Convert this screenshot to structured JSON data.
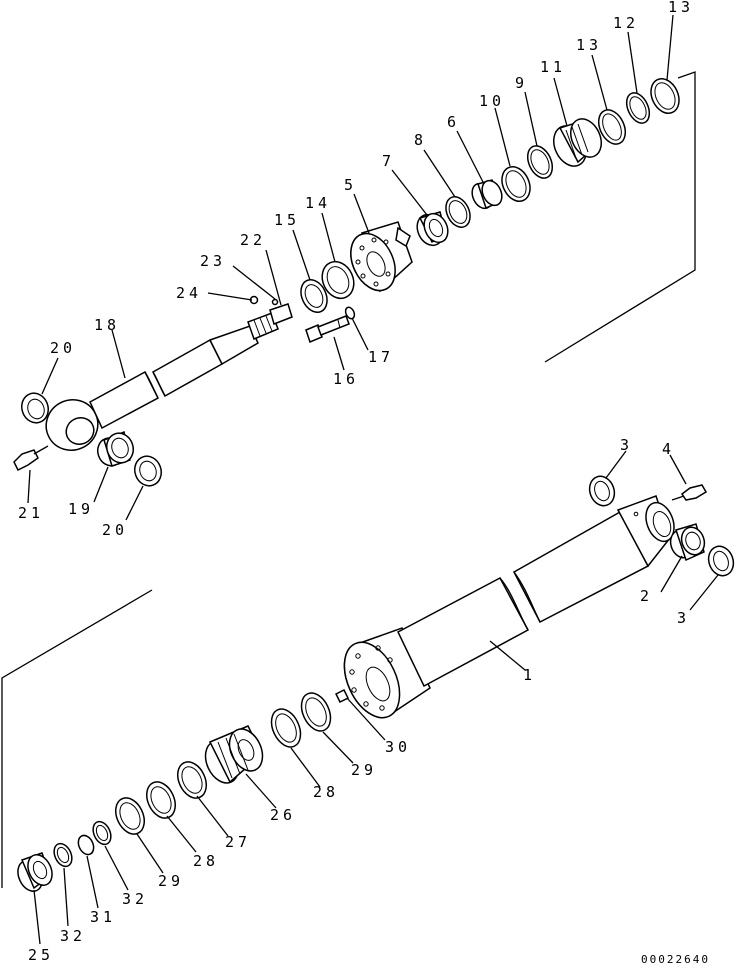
{
  "drawing_number": "00022640",
  "part_labels": {
    "p1": "1",
    "p2": "2",
    "p3a": "3",
    "p3b": "3",
    "p4": "4",
    "p5": "5",
    "p6": "6",
    "p7": "7",
    "p8": "8",
    "p9": "9",
    "p10": "10",
    "p11": "11",
    "p12": "12",
    "p13a": "13",
    "p13b": "13",
    "p14": "14",
    "p15": "15",
    "p16": "16",
    "p17": "17",
    "p18": "18",
    "p19": "19",
    "p20a": "20",
    "p20b": "20",
    "p21": "21",
    "p22": "22",
    "p23": "23",
    "p24": "24",
    "p25": "25",
    "p26": "26",
    "p27": "27",
    "p28a": "28",
    "p28b": "28",
    "p29a": "29",
    "p29b": "29",
    "p30": "30",
    "p31": "31",
    "p32a": "32",
    "p32b": "32"
  }
}
